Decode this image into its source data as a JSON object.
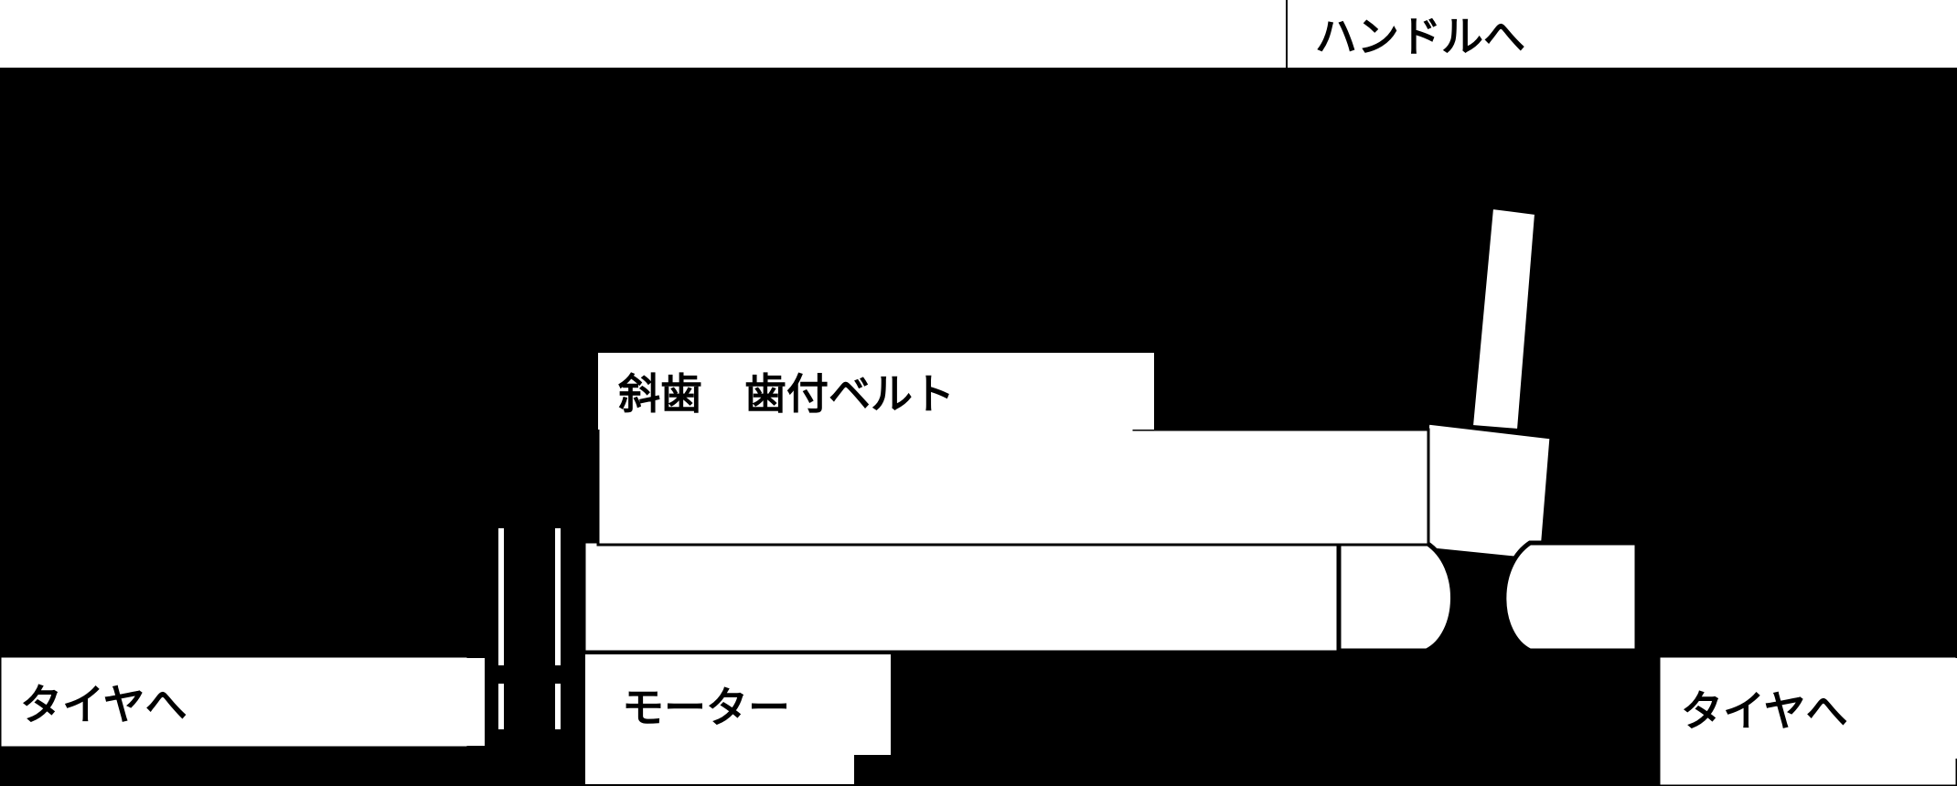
{
  "diagram": {
    "title_visible": false,
    "background_color": "#000000",
    "foreground_color": "#ffffff",
    "labels": {
      "handle": "ハンドルへ",
      "belt": "斜歯　歯付ベルト",
      "motor": "モーター",
      "tire_left": "タイヤへ",
      "tire_right": "タイヤへ"
    },
    "parts": [
      {
        "name": "steering-column-shaft",
        "label": "ハンドルへ"
      },
      {
        "name": "toothed-belt-cover",
        "label": "斜歯　歯付ベルト"
      },
      {
        "name": "motor-housing",
        "label": "モーター"
      },
      {
        "name": "tie-rod-left",
        "label": "タイヤへ"
      },
      {
        "name": "tie-rod-right",
        "label": "タイヤへ"
      }
    ]
  }
}
